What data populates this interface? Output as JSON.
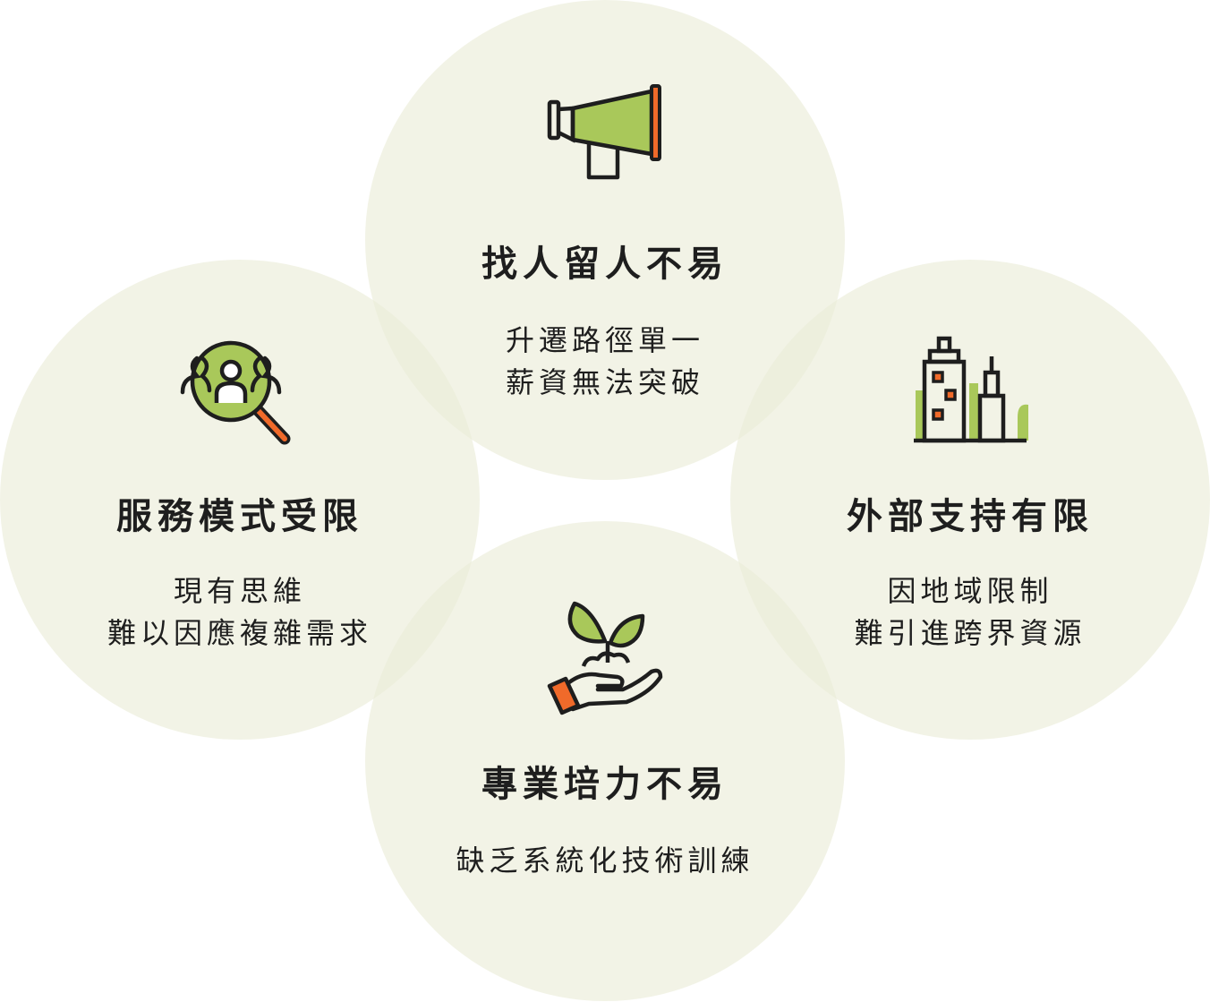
{
  "colors": {
    "circle_fill": "#eaebd6",
    "accent_green": "#a9c85a",
    "accent_orange": "#f06a2a",
    "outline": "#1e1e1e"
  },
  "items": [
    {
      "id": "top",
      "icon": "megaphone-icon",
      "title": "找人留人不易",
      "lines": [
        "升遷路徑單一",
        "薪資無法突破"
      ]
    },
    {
      "id": "left",
      "icon": "people-search-icon",
      "title": "服務模式受限",
      "lines": [
        "現有思維",
        "難以因應複雜需求"
      ]
    },
    {
      "id": "right",
      "icon": "city-buildings-icon",
      "title": "外部支持有限",
      "lines": [
        "因地域限制",
        "難引進跨界資源"
      ]
    },
    {
      "id": "bottom",
      "icon": "hand-sprout-icon",
      "title": "專業培力不易",
      "lines": [
        "缺乏系統化技術訓練"
      ]
    }
  ]
}
